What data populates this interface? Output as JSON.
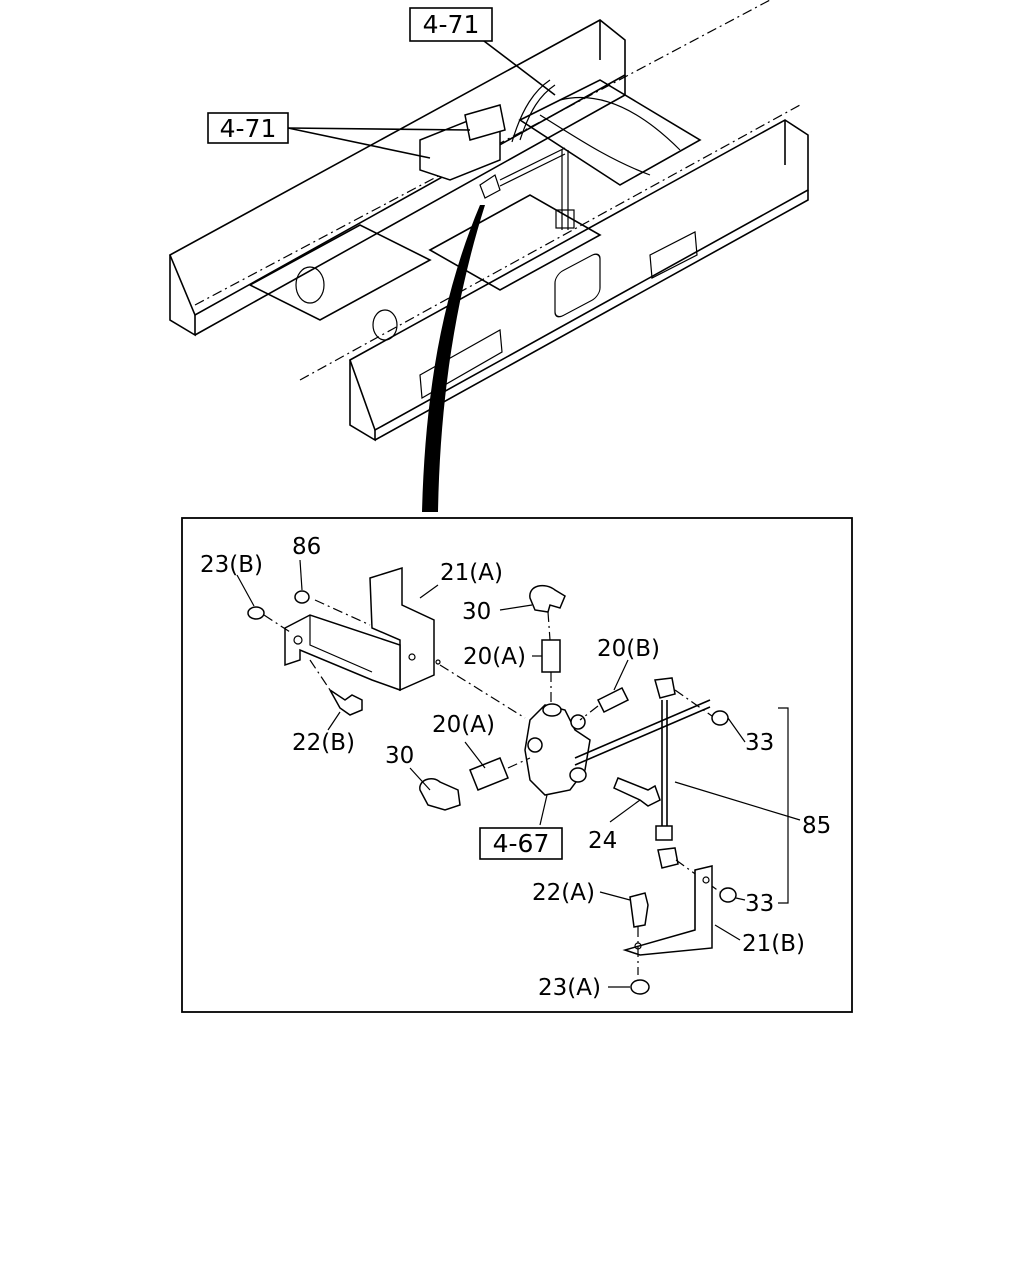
{
  "refs": {
    "top": "4-71",
    "left": "4-71",
    "valve": "4-67"
  },
  "labels": {
    "nut_23b": "23(B)",
    "part_86": "86",
    "bracket_21a": "21(A)",
    "elbow_30_top": "30",
    "connector_20a_top": "20(A)",
    "connector_20b": "20(B)",
    "nut_33_top": "33",
    "bolt_22b": "22(B)",
    "connector_20a_left": "20(A)",
    "elbow_30_left": "30",
    "rod_85": "85",
    "bolt_24": "24",
    "bolt_22a": "22(A)",
    "nut_33_bottom": "33",
    "bracket_21b": "21(B)",
    "nut_23a": "23(A)"
  }
}
